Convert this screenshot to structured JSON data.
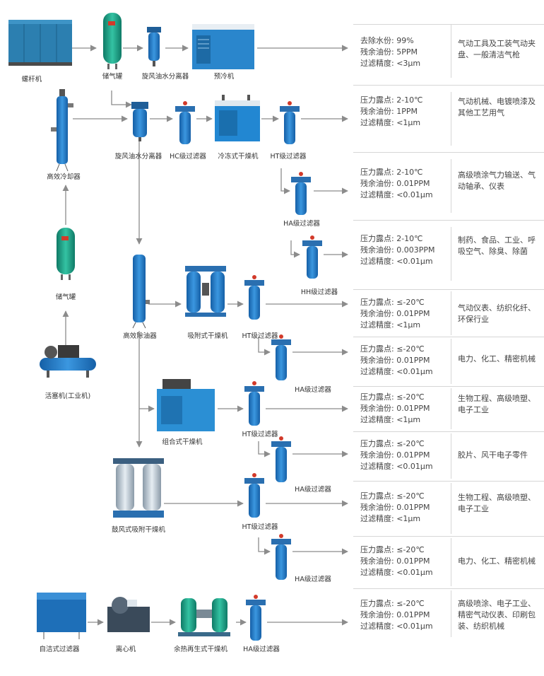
{
  "equipment_labels": {
    "screw_compressor": "螺杆机",
    "air_tank_1": "储气罐",
    "cyclone_separator_1": "旋风油水分离器",
    "precooler": "预冷机",
    "efficient_cooler": "高效冷却器",
    "cyclone_separator_2": "旋风油水分离器",
    "hc_filter": "HC级过滤器",
    "refrigerated_dryer": "冷冻式干燥机",
    "ht_filter_1": "HT级过滤器",
    "ha_filter_1": "HA级过滤器",
    "air_tank_2": "储气罐",
    "hh_filter": "HH级过滤器",
    "oil_remover": "高效除油器",
    "adsorption_dryer": "吸附式干燥机",
    "ht_filter_2": "HT级过滤器",
    "ha_filter_2": "HA级过滤器",
    "piston_compressor": "活塞机(工业机)",
    "combined_dryer": "组合式干燥机",
    "ht_filter_3": "HT级过滤器",
    "ha_filter_3": "HA级过滤器",
    "blower_dryer": "鼓风式吸附干燥机",
    "ht_filter_4": "HT级过滤器",
    "ha_filter_4": "HA级过滤器",
    "self_clean_filter": "自洁式过滤器",
    "centrifugal_compressor": "离心机",
    "heat_regen_dryer": "余热再生式干燥机",
    "ha_filter_5": "HA级过滤器"
  },
  "outputs": [
    {
      "specs": [
        "去除水份:  99%",
        "残余油份:  5PPM",
        "过滤精度:  <3μm"
      ],
      "application": "气动工具及工装气动夹盘、一般清洁气枪"
    },
    {
      "specs": [
        "压力露点:  2-10℃",
        "残余油份:  1PPM",
        "过滤精度:  <1μm"
      ],
      "application": "气动机械、电镀喷漆及其他工艺用气"
    },
    {
      "specs": [
        "压力露点:  2-10℃",
        "残余油份:  0.01PPM",
        "过滤精度:  <0.01μm"
      ],
      "application": "高级喷涂气力输送、气动轴承、仪表"
    },
    {
      "specs": [
        "压力露点:  2-10℃",
        "残余油份:  0.003PPM",
        "过滤精度:  <0.01μm"
      ],
      "application": "制药、食品、工业、呼吸空气、除臭、除菌"
    },
    {
      "specs": [
        "压力露点:  ≤-20℃",
        "残余油份:  0.01PPM",
        "过滤精度:  <1μm"
      ],
      "application": "气动仪表、纺织化纤、环保行业"
    },
    {
      "specs": [
        "压力露点:  ≤-20℃",
        "残余油份:  0.01PPM",
        "过滤精度:  <0.01μm"
      ],
      "application": "电力、化工、精密机械"
    },
    {
      "specs": [
        "压力露点:  ≤-20℃",
        "残余油份:  0.01PPM",
        "过滤精度:  <1μm"
      ],
      "application": "生物工程、高级喷塑、电子工业"
    },
    {
      "specs": [
        "压力露点:  ≤-20℃",
        "残余油份:  0.01PPM",
        "过滤精度:  <0.01μm"
      ],
      "application": "胶片、风干电子零件"
    },
    {
      "specs": [
        "压力露点:  ≤-20℃",
        "残余油份:  0.01PPM",
        "过滤精度:  <1μm"
      ],
      "application": "生物工程、高级喷塑、电子工业"
    },
    {
      "specs": [
        "压力露点:  ≤-20℃",
        "残余油份:  0.01PPM",
        "过滤精度:  <0.01μm"
      ],
      "application": "电力、化工、精密机械"
    },
    {
      "specs": [
        "压力露点:  ≤-20℃",
        "残余油份:  0.01PPM",
        "过滤精度:  <0.01μm"
      ],
      "application": "高级喷涂、电子工业、精密气动仪表、印刷包装、纺织机械"
    }
  ],
  "colors": {
    "equipment_blue": "#1f78c8",
    "tank_teal": "#1aa58a",
    "arrow": "#8c8c8c",
    "divider": "#d6d6d6"
  }
}
